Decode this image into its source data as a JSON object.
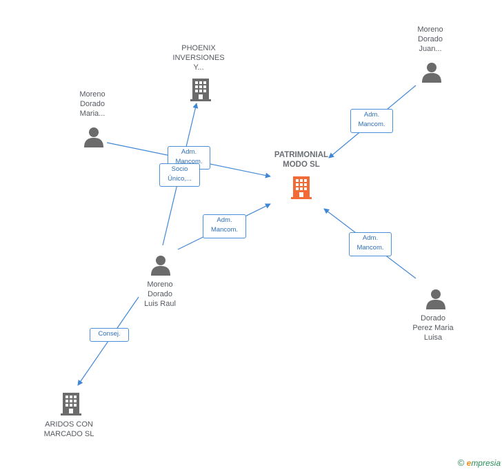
{
  "nodes": {
    "patrimonial": {
      "label": "PATRIMONIAL\nMODO SL",
      "icon": "building-icon",
      "color": "#f26a35"
    },
    "phoenix": {
      "label": "PHOENIX\nINVERSIONES\nY...",
      "icon": "building-icon",
      "color": "#6b6b6b"
    },
    "aridos": {
      "label": "ARIDOS CON\nMARCADO SL",
      "icon": "building-icon",
      "color": "#6b6b6b"
    },
    "moreno_maria": {
      "label": "Moreno\nDorado\nMaria...",
      "icon": "person-icon"
    },
    "moreno_juan": {
      "label": "Moreno\nDorado\nJuan...",
      "icon": "person-icon"
    },
    "moreno_luis": {
      "label": "Moreno\nDorado\nLuis Raul",
      "icon": "person-icon"
    },
    "dorado_perez": {
      "label": "Dorado\nPerez Maria\nLuisa",
      "icon": "person-icon"
    }
  },
  "edges": {
    "maria_to_patrimonial": "Adm.\nMancom.",
    "luis_to_phoenix": "Socio\nÚnico,...",
    "luis_to_patrimonial": "Adm.\nMancom.",
    "juan_to_patrimonial": "Adm.\nMancom.",
    "dorado_to_patrimonial": "Adm.\nMancom.",
    "luis_to_aridos": "Consej."
  },
  "footer": {
    "copyright": "©",
    "brand_initial": "e",
    "brand_rest": "mpresia"
  },
  "colors": {
    "edge": "#3f87d6",
    "person": "#6b6b6b",
    "main_company": "#f26a35"
  }
}
